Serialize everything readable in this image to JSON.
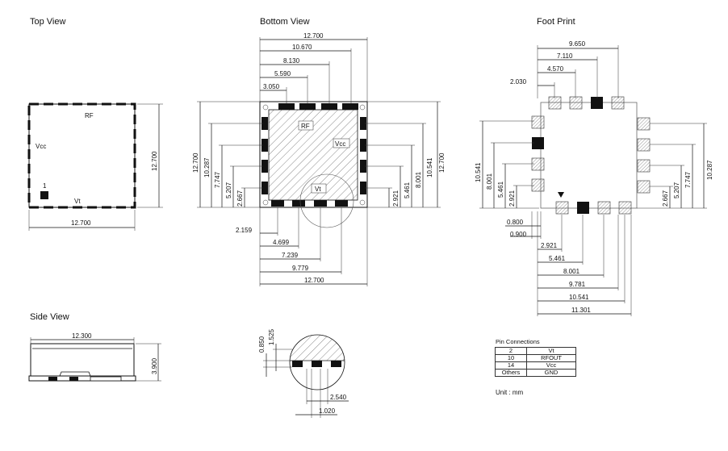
{
  "titles": {
    "top_view": "Top View",
    "bottom_view": "Bottom View",
    "foot_print": "Foot Print",
    "side_view": "Side View"
  },
  "top_view": {
    "labels": {
      "rf": "RF",
      "vcc": "Vcc",
      "vt": "Vt",
      "pin1": "1"
    },
    "dims": {
      "width": "12.700",
      "height": "12.700"
    }
  },
  "bottom_view": {
    "labels": {
      "rf": "RF",
      "vcc": "Vcc",
      "vt": "Vt"
    },
    "top_dims": [
      "12.700",
      "10.670",
      "8.130",
      "5.590",
      "3.050"
    ],
    "left_dims": [
      "12.700",
      "10.287",
      "7.747",
      "5.207",
      "2.667"
    ],
    "right_dims": [
      "2.921",
      "5.461",
      "8.001",
      "10.541",
      "12.700"
    ],
    "bottom_dims": [
      "2.159",
      "4.699",
      "7.239",
      "9.779",
      "12.700"
    ]
  },
  "foot_print": {
    "top_dims": [
      "9.650",
      "7.110",
      "4.570",
      "2.030"
    ],
    "left_dims": [
      "10.541",
      "8.001",
      "5.461",
      "2.921"
    ],
    "right_dims": [
      "2.667",
      "5.207",
      "7.747",
      "10.287"
    ],
    "small_dims": [
      "0.800",
      "0.900"
    ],
    "bottom_dims": [
      "2.921",
      "5.461",
      "8.001",
      "9.781",
      "10.541",
      "11.301"
    ]
  },
  "side_view": {
    "dims": {
      "width": "12.300",
      "height": "3.900"
    }
  },
  "detail_view": {
    "dims": {
      "d1": "0.850",
      "d2": "1.525",
      "d3": "2.540",
      "d4": "1.020"
    }
  },
  "pin_connections": {
    "title": "Pin Connections",
    "rows": [
      {
        "pin": "2",
        "function": "Vt"
      },
      {
        "pin": "10",
        "function": "RFOUT"
      },
      {
        "pin": "14",
        "function": "Vcc"
      },
      {
        "pin": "Others",
        "function": "GND"
      }
    ]
  },
  "unit": "Unit : mm"
}
